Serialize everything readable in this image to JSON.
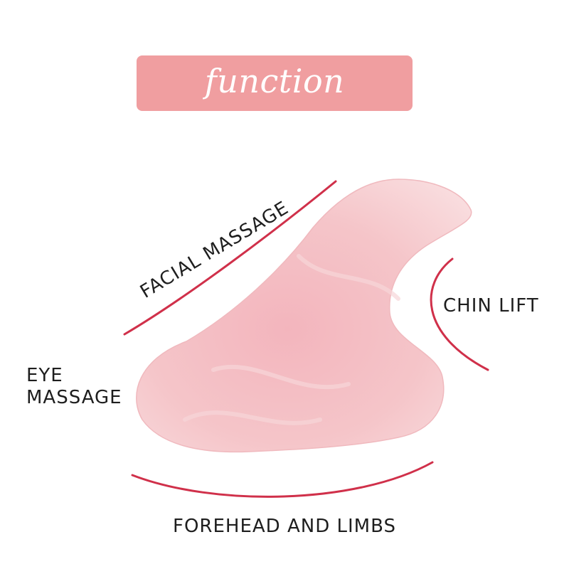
{
  "banner": {
    "title": "function"
  },
  "labels": {
    "facial": "FACIAL MASSAGE",
    "chin": "CHIN LIFT",
    "eye_line1": "EYE",
    "eye_line2": "MASSAGE",
    "forehead": "FOREHEAD AND LIMBS"
  },
  "colors": {
    "banner": "#f09ea0",
    "accent_line": "#d0304a",
    "stone": "#f4c3c6",
    "text": "#1e1e1e"
  }
}
